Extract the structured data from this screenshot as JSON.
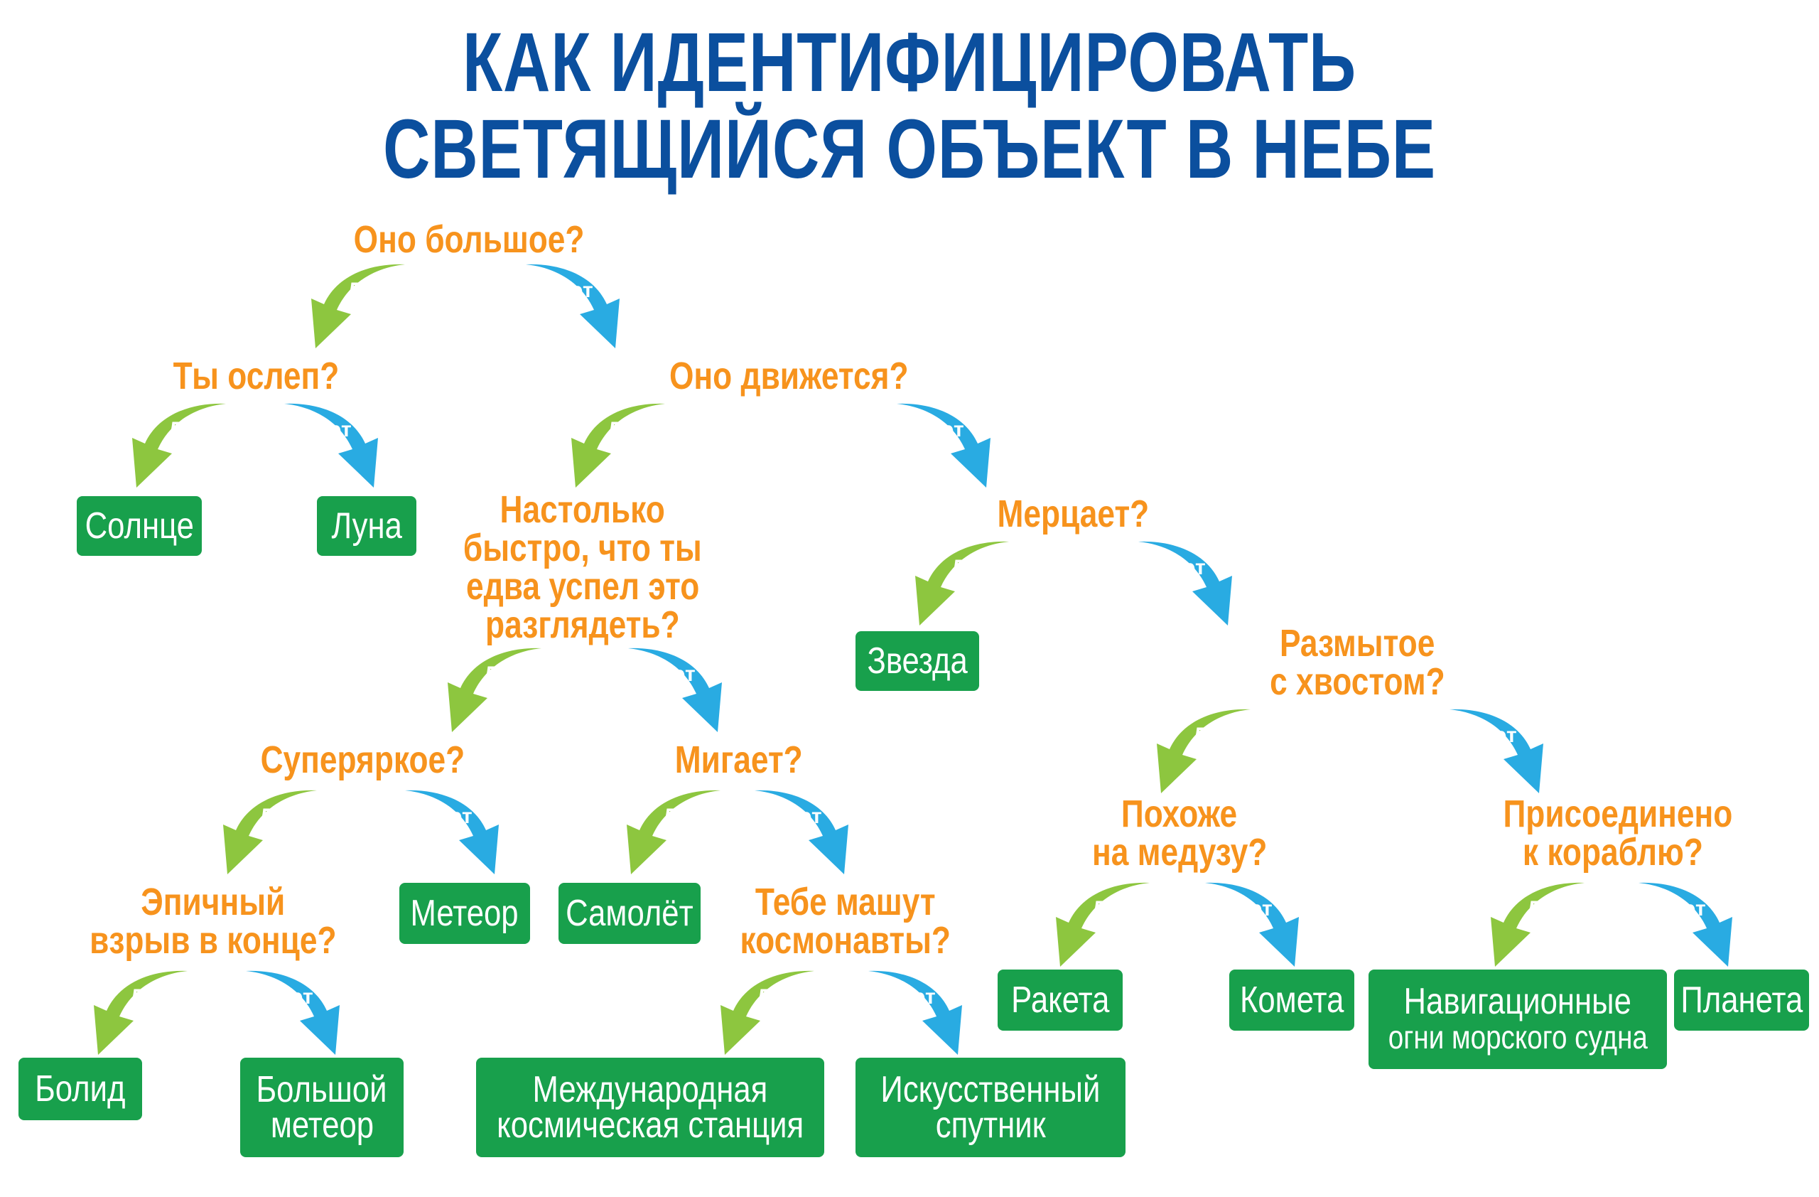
{
  "title": {
    "line1": "КАК ИДЕНТИФИЦИРОВАТЬ",
    "line2": "СВЕТЯЩИЙСЯ ОБЪЕКТ В НЕБЕ"
  },
  "colors": {
    "title": "#0b4f9e",
    "question": "#f7931d",
    "answer_box": "#18a04c",
    "yes_arrow": "#8dc63f",
    "no_arrow": "#29abe2"
  },
  "labels": {
    "yes": "Да",
    "no": "Нет"
  },
  "questions": {
    "big": "Оно большое?",
    "blind": "Ты ослеп?",
    "moving": "Оно движется?",
    "fast": [
      "Настолько",
      "быстро, что ты",
      "едва успел это",
      "разглядеть?"
    ],
    "twinkle": "Мерцает?",
    "superbright": "Суперяркое?",
    "blink": "Мигает?",
    "blurry": [
      "Размытое",
      "с хвостом?"
    ],
    "epic": [
      "Эпичный",
      "взрыв в конце?"
    ],
    "astronauts": [
      "Тебе машут",
      "космонавты?"
    ],
    "jellyfish": [
      "Похоже",
      "на медузу?"
    ],
    "ship": [
      "Присоединено",
      "к кораблю?"
    ]
  },
  "answers": {
    "sun": "Солнце",
    "moon": "Луна",
    "star": "Звезда",
    "meteor": "Метеор",
    "plane": "Самолёт",
    "fireball": "Болид",
    "big_meteor": [
      "Большой",
      "метеор"
    ],
    "iss": [
      "Международная",
      "космическая станция"
    ],
    "satellite": [
      "Искусственный",
      "спутник"
    ],
    "rocket": "Ракета",
    "comet": "Комета",
    "nav_lights": [
      "Навигационные",
      "огни морского судна"
    ],
    "planet": "Планета"
  }
}
